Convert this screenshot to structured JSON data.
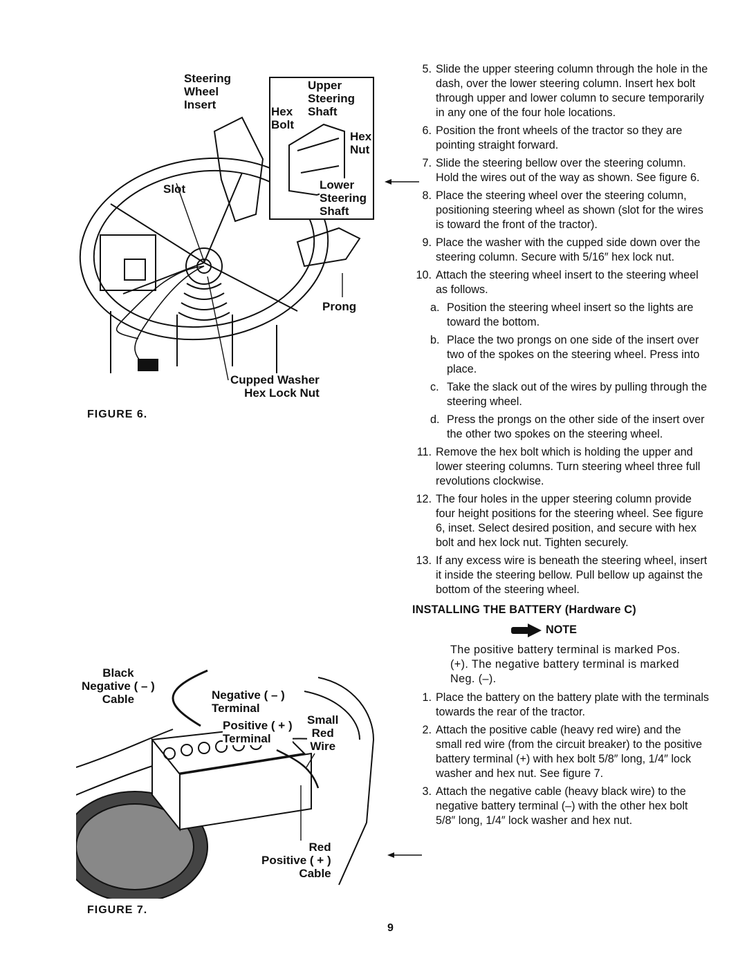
{
  "figure6": {
    "labels": {
      "steering_wheel_insert": "Steering\nWheel\nInsert",
      "upper_steering_shaft": "Upper\nSteering\nShaft",
      "hex_bolt": "Hex\nBolt",
      "hex_nut": "Hex\nNut",
      "lower_steering_shaft": "Lower\nSteering\nShaft",
      "slot": "Slot",
      "prong": "Prong",
      "cupped_washer_hex_lock_nut": "Cupped Washer\nHex Lock Nut"
    },
    "caption": "FIGURE 6."
  },
  "figure7": {
    "labels": {
      "black_negative_cable": "Black\nNegative ( – )\nCable",
      "negative_terminal": "Negative ( – )\nTerminal",
      "positive_terminal": "Positive ( + )\nTerminal",
      "small_red_wire": "Small\nRed\nWire",
      "red_positive_cable": "Red\nPositive ( + )\nCable"
    },
    "caption": "FIGURE 7."
  },
  "steps": [
    {
      "num": "5.",
      "text": "Slide the upper steering column through the hole in the dash, over the lower steering column. Insert hex bolt through upper and lower column to secure temporarily in any one of the four hole locations."
    },
    {
      "num": "6.",
      "text": "Position the front wheels of the tractor so they are pointing straight forward."
    },
    {
      "num": "7.",
      "text": "Slide the steering bellow over the steering column. Hold the wires out of the way as shown. See figure 6."
    },
    {
      "num": "8.",
      "text": "Place the steering wheel over the steering column, positioning steering wheel as shown (slot for the wires is toward the front of the tractor)."
    },
    {
      "num": "9.",
      "text": "Place the washer with the cupped side down over the steering column. Secure with 5/16″ hex lock nut."
    },
    {
      "num": "10.",
      "text": "Attach the steering wheel insert to the steering wheel as follows."
    }
  ],
  "substeps": [
    {
      "num": "a.",
      "text": "Position the steering wheel insert so the lights are toward the bottom."
    },
    {
      "num": "b.",
      "text": "Place the two prongs on one side of the insert over two of the spokes on the steering wheel. Press into place."
    },
    {
      "num": "c.",
      "text": "Take the slack out of the wires by pulling through the steering wheel."
    },
    {
      "num": "d.",
      "text": "Press the prongs on the other side of the insert over the other two spokes on the steering wheel."
    }
  ],
  "steps2": [
    {
      "num": "11.",
      "text": "Remove the hex bolt which is holding the upper and lower steering columns. Turn steering wheel three full revolutions clockwise."
    },
    {
      "num": "12.",
      "text": "The four holes in the upper steering column provide four height positions for the steering wheel. See figure 6, inset. Select desired position, and secure with hex bolt and hex lock nut. Tighten securely."
    },
    {
      "num": "13.",
      "text": "If any excess wire is beneath the steering wheel, insert it inside the steering bellow. Pull bellow up against the bottom of the steering wheel."
    }
  ],
  "battery": {
    "heading": "INSTALLING THE BATTERY (Hardware C)",
    "note_label": "NOTE",
    "note_text": "The positive battery terminal is marked Pos. (+). The negative battery terminal is marked Neg. (–).",
    "steps": [
      {
        "num": "1.",
        "text": "Place the battery on the battery plate with the terminals towards the rear of the tractor."
      },
      {
        "num": "2.",
        "text": "Attach the positive cable (heavy red wire) and the small red wire (from the circuit breaker) to the positive battery terminal (+) with hex bolt 5/8″ long, 1/4″ lock washer and hex nut. See figure 7."
      },
      {
        "num": "3.",
        "text": "Attach the negative cable (heavy black wire) to the negative battery terminal (–) with the other hex bolt 5/8″ long, 1/4″ lock washer and hex nut."
      }
    ]
  },
  "page_number": "9",
  "icons": {
    "note": "arrow-right-icon"
  }
}
